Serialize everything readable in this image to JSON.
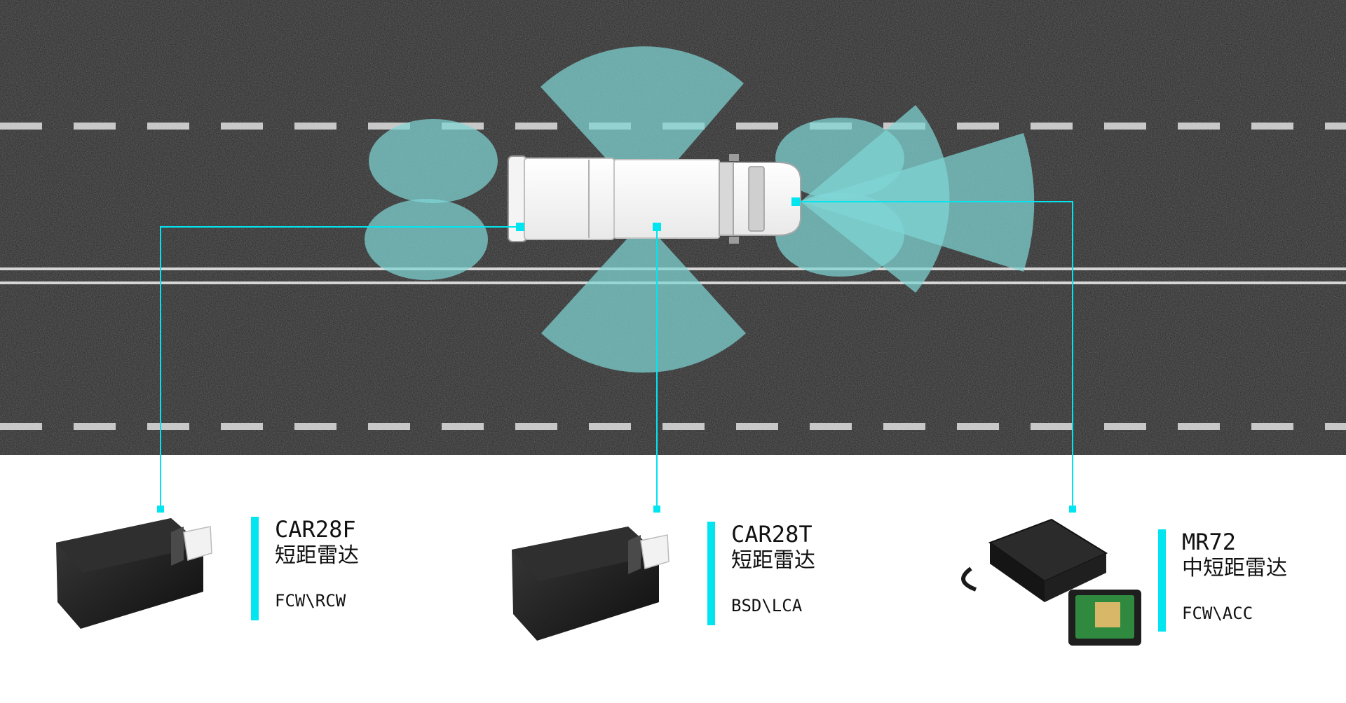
{
  "colors": {
    "accent": "#00e5f0",
    "radar_zone": "#7fd6d6",
    "road": "#2b2b2b",
    "lane_marking": "#cfcfcf"
  },
  "sensors": [
    {
      "model": "CAR28F",
      "type": "短距雷达",
      "functions": "FCW\\RCW"
    },
    {
      "model": "CAR28T",
      "type": "短距雷达",
      "functions": "BSD\\LCA"
    },
    {
      "model": "MR72",
      "type": "中短距雷达",
      "functions": "FCW\\ACC"
    }
  ]
}
